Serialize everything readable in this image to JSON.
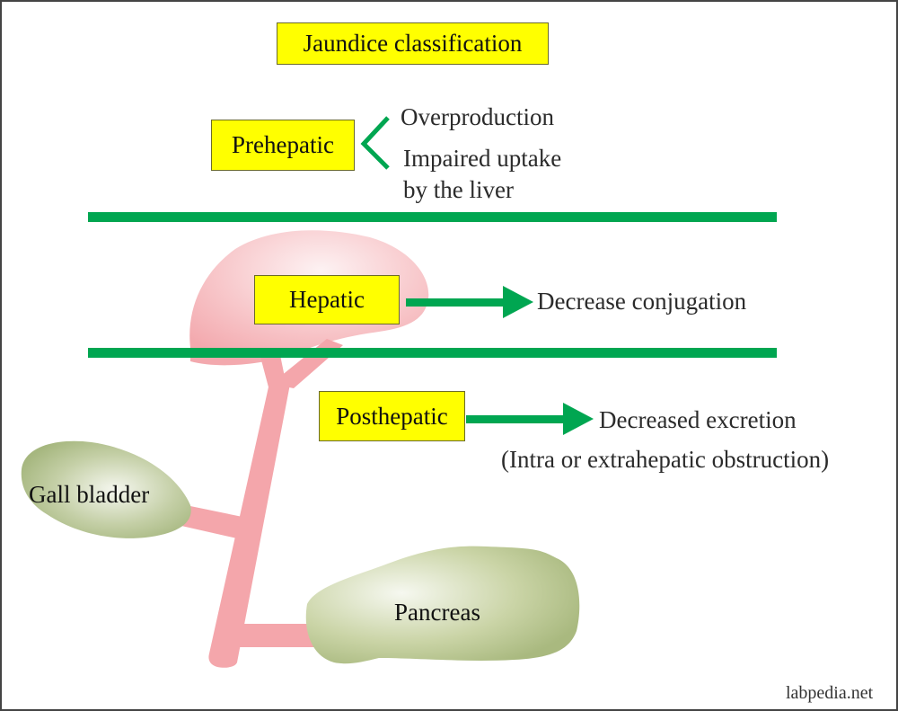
{
  "title": "Jaundice classification",
  "categories": [
    {
      "name": "Prehepatic",
      "causes": [
        "Overproduction",
        "Impaired uptake",
        "by the liver"
      ]
    },
    {
      "name": "Hepatic",
      "causes": [
        "Decrease conjugation"
      ]
    },
    {
      "name": "Posthepatic",
      "causes": [
        "Decreased excretion",
        "(Intra or extrahepatic obstruction)"
      ]
    }
  ],
  "organs": {
    "gall_bladder": "Gall bladder",
    "pancreas": "Pancreas"
  },
  "watermark": "labpedia.net",
  "colors": {
    "label_fill": "#ffff00",
    "divider_green": "#00a651",
    "liver_pink": "#f4a6ab",
    "duct_pink": "#f4a6ab",
    "organ_green": "#a9b87f"
  }
}
